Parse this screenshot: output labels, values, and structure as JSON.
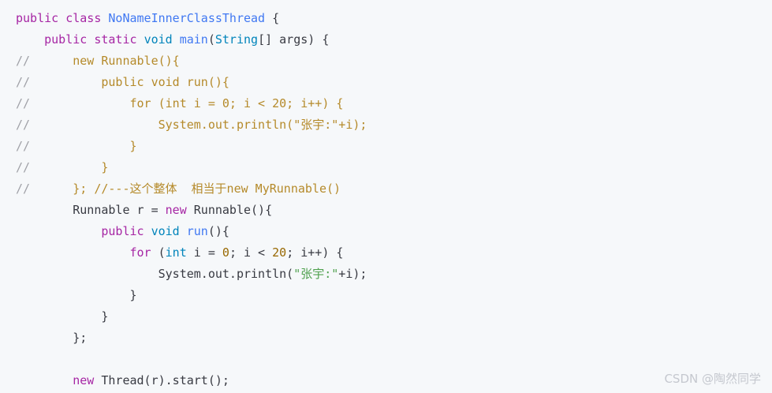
{
  "code": {
    "language": "java",
    "lines": [
      [
        {
          "t": "public ",
          "c": "kw"
        },
        {
          "t": "class ",
          "c": "kw"
        },
        {
          "t": "NoNameInnerClassThread",
          "c": "fn"
        },
        {
          "t": " {",
          "c": ""
        }
      ],
      [
        {
          "t": "    ",
          "c": ""
        },
        {
          "t": "public ",
          "c": "kw"
        },
        {
          "t": "static ",
          "c": "kw"
        },
        {
          "t": "void ",
          "c": "ty"
        },
        {
          "t": "main",
          "c": "fn"
        },
        {
          "t": "(",
          "c": ""
        },
        {
          "t": "String",
          "c": "ty"
        },
        {
          "t": "[] args) {",
          "c": ""
        }
      ],
      [
        {
          "t": "//      ",
          "c": "cm"
        },
        {
          "t": "new Runnable(){",
          "c": "cm-code"
        }
      ],
      [
        {
          "t": "//          ",
          "c": "cm"
        },
        {
          "t": "public void run(){",
          "c": "cm-code"
        }
      ],
      [
        {
          "t": "//              ",
          "c": "cm"
        },
        {
          "t": "for (int i = 0; i < 20; i++) {",
          "c": "cm-code"
        }
      ],
      [
        {
          "t": "//                  ",
          "c": "cm"
        },
        {
          "t": "System.out.println(\"张宇:\"+i);",
          "c": "cm-code"
        }
      ],
      [
        {
          "t": "//              ",
          "c": "cm"
        },
        {
          "t": "}",
          "c": "cm-code"
        }
      ],
      [
        {
          "t": "//          ",
          "c": "cm"
        },
        {
          "t": "}",
          "c": "cm-code"
        }
      ],
      [
        {
          "t": "//      ",
          "c": "cm"
        },
        {
          "t": "}; //---这个整体  相当于new MyRunnable()",
          "c": "cm-code"
        }
      ],
      [
        {
          "t": "        Runnable r = ",
          "c": ""
        },
        {
          "t": "new ",
          "c": "kw"
        },
        {
          "t": "Runnable(){",
          "c": ""
        }
      ],
      [
        {
          "t": "            ",
          "c": ""
        },
        {
          "t": "public ",
          "c": "kw"
        },
        {
          "t": "void ",
          "c": "ty"
        },
        {
          "t": "run",
          "c": "fn"
        },
        {
          "t": "(){",
          "c": ""
        }
      ],
      [
        {
          "t": "                ",
          "c": ""
        },
        {
          "t": "for ",
          "c": "kw"
        },
        {
          "t": "(",
          "c": ""
        },
        {
          "t": "int ",
          "c": "ty"
        },
        {
          "t": "i = ",
          "c": ""
        },
        {
          "t": "0",
          "c": "num"
        },
        {
          "t": "; i < ",
          "c": ""
        },
        {
          "t": "20",
          "c": "num"
        },
        {
          "t": "; i++) {",
          "c": ""
        }
      ],
      [
        {
          "t": "                    System.out.println(",
          "c": ""
        },
        {
          "t": "\"张宇:\"",
          "c": "str"
        },
        {
          "t": "+i);",
          "c": ""
        }
      ],
      [
        {
          "t": "                }",
          "c": ""
        }
      ],
      [
        {
          "t": "            }",
          "c": ""
        }
      ],
      [
        {
          "t": "        };",
          "c": ""
        }
      ],
      [
        {
          "t": "",
          "c": ""
        }
      ],
      [
        {
          "t": "        ",
          "c": ""
        },
        {
          "t": "new ",
          "c": "kw"
        },
        {
          "t": "Thread(r).start();",
          "c": ""
        }
      ]
    ]
  },
  "watermark": "CSDN @陶然同学"
}
